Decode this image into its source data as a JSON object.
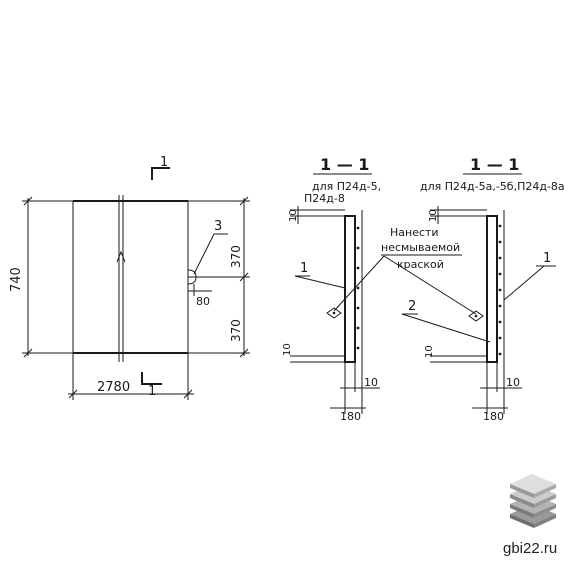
{
  "plan_view": {
    "section_mark": "1",
    "height_dim": "740",
    "width_dim": "2780",
    "upper_half_dim": "370",
    "lower_half_dim": "370",
    "offset_dim": "80",
    "callout": "3"
  },
  "section_left": {
    "title": "1 — 1",
    "subtitle_line1": "для П24д-5,",
    "subtitle_line2": "П24д-8",
    "top_dim": "10",
    "bottom_dim": "10",
    "thickness_dim": "10",
    "width_dim": "180",
    "callout": "1"
  },
  "section_right": {
    "title": "1 — 1",
    "subtitle": "для П24д-5а,-5б,П24д-8а",
    "top_dim": "10",
    "bottom_dim": "10",
    "thickness_dim": "10",
    "width_dim": "180",
    "callout_1": "1",
    "callout_2": "2"
  },
  "note": {
    "line1": "Нанести",
    "line2": "несмываемой",
    "line3": "краской"
  },
  "watermark": {
    "text": "gbi22.ru",
    "icon": "stacked-slabs-icon"
  }
}
